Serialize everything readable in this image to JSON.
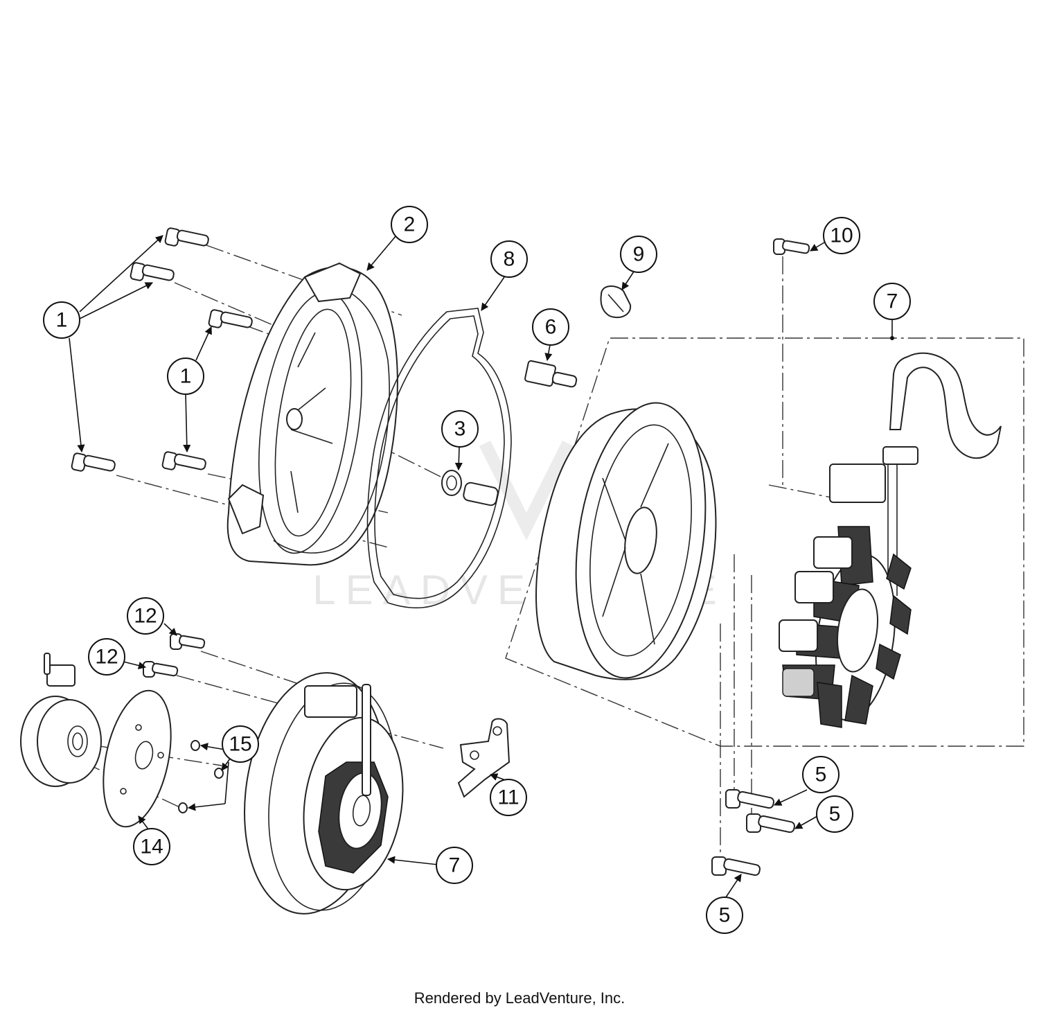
{
  "watermark": {
    "text": "LEADVENTURE",
    "color": "#e6e6e6"
  },
  "footer": {
    "text": "Rendered by LeadVenture, Inc."
  },
  "callouts": {
    "c1a": "1",
    "c1b": "1",
    "c2": "2",
    "c3": "3",
    "c5a": "5",
    "c5b": "5",
    "c5c": "5",
    "c6": "6",
    "c7a": "7",
    "c7b": "7",
    "c8": "8",
    "c9": "9",
    "c10": "10",
    "c11": "11",
    "c12a": "12",
    "c12b": "12",
    "c14": "14",
    "c15": "15"
  }
}
